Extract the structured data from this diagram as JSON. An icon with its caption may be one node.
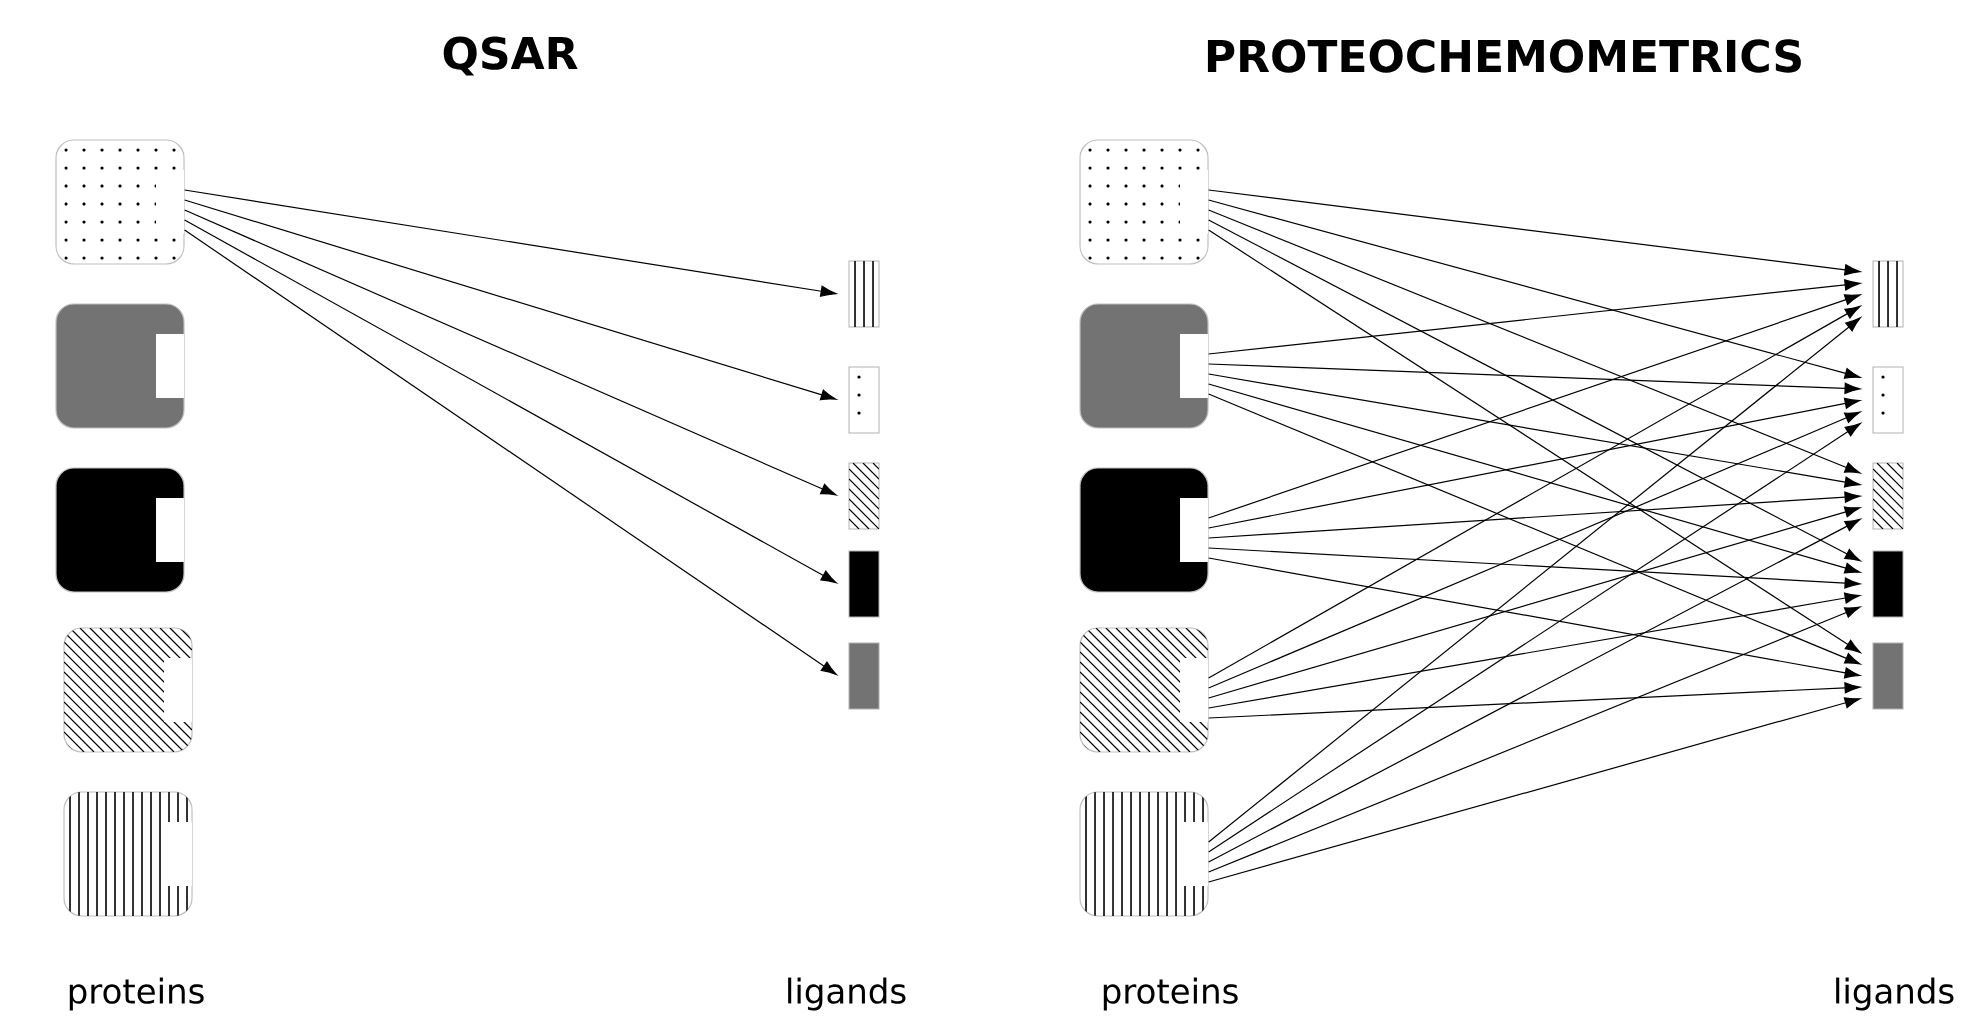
{
  "diagram": {
    "nodes": [
      {
        "text": [],
        "shape": "box"
      },
      {
        "text": [],
        "shape": "box"
      },
      {
        "text": [],
        "shape": "box"
      },
      {
        "text": [],
        "shape": "box"
      },
      {
        "text": [],
        "shape": "box"
      },
      {
        "text": [],
        "shape": "bar"
      },
      {
        "text": [],
        "shape": "bar"
      },
      {
        "text": [],
        "shape": "bar"
      },
      {
        "text": [],
        "shape": "bar"
      },
      {
        "text": [],
        "shape": "bar"
      },
      {
        "text": [],
        "shape": "box"
      },
      {
        "text": [],
        "shape": "box"
      },
      {
        "text": [],
        "shape": "box"
      },
      {
        "text": [],
        "shape": "box"
      },
      {
        "text": [],
        "shape": "box"
      },
      {
        "text": [],
        "shape": "bar"
      },
      {
        "text": [],
        "shape": "bar"
      },
      {
        "text": [],
        "shape": "bar"
      },
      {
        "text": [],
        "shape": "bar"
      },
      {
        "text": [],
        "shape": "bar"
      }
    ],
    "edges": [
      {
        "from": 0,
        "to": 5,
        "arrow": "to"
      },
      {
        "from": 0,
        "to": 6,
        "arrow": "to"
      },
      {
        "from": 0,
        "to": 7,
        "arrow": "to"
      },
      {
        "from": 0,
        "to": 8,
        "arrow": "to"
      },
      {
        "from": 0,
        "to": 9,
        "arrow": "to"
      },
      {
        "from": 10,
        "to": 15,
        "arrow": "to"
      },
      {
        "from": 10,
        "to": 16,
        "arrow": "to"
      },
      {
        "from": 10,
        "to": 17,
        "arrow": "to"
      },
      {
        "from": 10,
        "to": 18,
        "arrow": "to"
      },
      {
        "from": 10,
        "to": 19,
        "arrow": "to"
      },
      {
        "from": 11,
        "to": 15,
        "arrow": "to"
      },
      {
        "from": 11,
        "to": 16,
        "arrow": "to"
      },
      {
        "from": 11,
        "to": 17,
        "arrow": "to"
      },
      {
        "from": 11,
        "to": 18,
        "arrow": "to"
      },
      {
        "from": 11,
        "to": 19,
        "arrow": "to"
      },
      {
        "from": 12,
        "to": 15,
        "arrow": "to"
      },
      {
        "from": 12,
        "to": 16,
        "arrow": "to"
      },
      {
        "from": 12,
        "to": 17,
        "arrow": "to"
      },
      {
        "from": 12,
        "to": 18,
        "arrow": "to"
      },
      {
        "from": 12,
        "to": 19,
        "arrow": "to"
      },
      {
        "from": 13,
        "to": 15,
        "arrow": "to"
      },
      {
        "from": 13,
        "to": 16,
        "arrow": "to"
      },
      {
        "from": 13,
        "to": 17,
        "arrow": "to"
      },
      {
        "from": 13,
        "to": 18,
        "arrow": "to"
      },
      {
        "from": 13,
        "to": 19,
        "arrow": "to"
      },
      {
        "from": 14,
        "to": 15,
        "arrow": "to"
      },
      {
        "from": 14,
        "to": 16,
        "arrow": "to"
      },
      {
        "from": 14,
        "to": 17,
        "arrow": "to"
      },
      {
        "from": 14,
        "to": 18,
        "arrow": "to"
      },
      {
        "from": 14,
        "to": 19,
        "arrow": "to"
      }
    ],
    "labels": [
      "QSAR",
      "PROTEOCHEMOMETRICS",
      "proteins",
      "ligands",
      "proteins",
      "ligands"
    ]
  }
}
